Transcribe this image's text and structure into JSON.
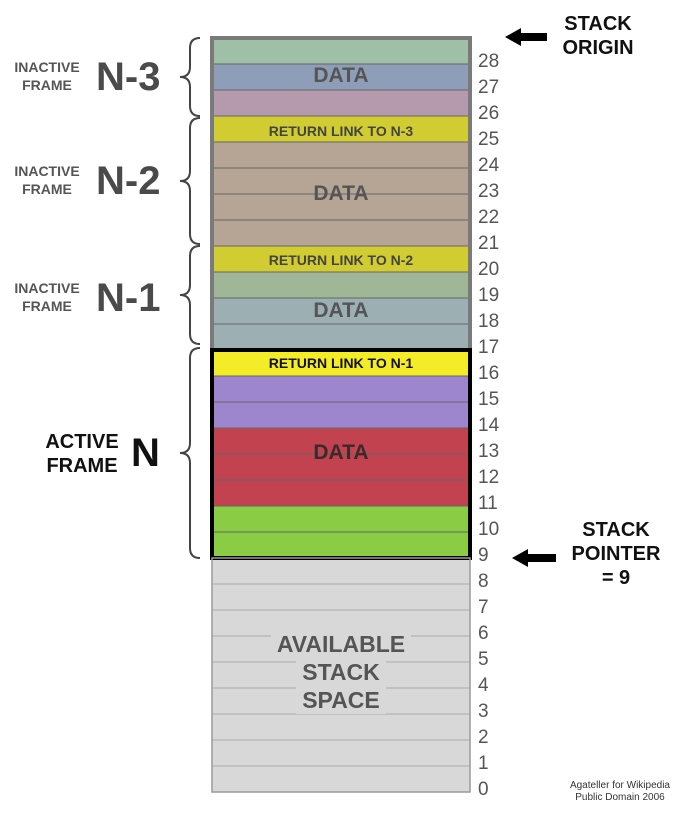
{
  "stack": {
    "origin_label": [
      "STACK",
      "ORIGIN"
    ],
    "pointer_label": [
      "STACK",
      "POINTER",
      "= 9"
    ],
    "available_label": [
      "AVAILABLE",
      "STACK",
      "SPACE"
    ],
    "slot_numbers": [
      "0",
      "1",
      "2",
      "3",
      "4",
      "5",
      "6",
      "7",
      "8",
      "9",
      "10",
      "11",
      "12",
      "13",
      "14",
      "15",
      "16",
      "17",
      "18",
      "19",
      "20",
      "21",
      "22",
      "23",
      "24",
      "25",
      "26",
      "27",
      "28"
    ],
    "cells": [
      {
        "slot": 28,
        "color": "#9fbfa6"
      },
      {
        "slot": 27,
        "color": "#8e9eb9"
      },
      {
        "slot": 26,
        "color": "#b599ad"
      },
      {
        "slot": 25,
        "color": "#d1cc32"
      },
      {
        "slot": 24,
        "color": "#b6a495"
      },
      {
        "slot": 23,
        "color": "#b6a495"
      },
      {
        "slot": 22,
        "color": "#b6a495"
      },
      {
        "slot": 21,
        "color": "#b6a495"
      },
      {
        "slot": 20,
        "color": "#d1cc32"
      },
      {
        "slot": 19,
        "color": "#9fb797"
      },
      {
        "slot": 18,
        "color": "#9cb0b4"
      },
      {
        "slot": 17,
        "color": "#9cb0b4"
      },
      {
        "slot": 16,
        "color": "#f5ec28"
      },
      {
        "slot": 15,
        "color": "#9e86ce"
      },
      {
        "slot": 14,
        "color": "#9e86ce"
      },
      {
        "slot": 13,
        "color": "#c24250"
      },
      {
        "slot": 12,
        "color": "#c24250"
      },
      {
        "slot": 11,
        "color": "#c24250"
      },
      {
        "slot": 10,
        "color": "#8bcc45"
      },
      {
        "slot": 9,
        "color": "#8bcc45"
      }
    ],
    "empty_color": "#d8d8d8",
    "frames": [
      {
        "small": [
          "INACTIVE",
          "FRAME"
        ],
        "big": "N-3",
        "data_label": "DATA",
        "return_label": ""
      },
      {
        "small": [
          "INACTIVE",
          "FRAME"
        ],
        "big": "N-2",
        "data_label": "DATA",
        "return_label": "RETURN LINK TO N-3"
      },
      {
        "small": [
          "INACTIVE",
          "FRAME"
        ],
        "big": "N-1",
        "data_label": "DATA",
        "return_label": "RETURN LINK TO N-2"
      },
      {
        "small": [
          "ACTIVE",
          "FRAME"
        ],
        "big": "N",
        "data_label": "DATA",
        "return_label": "RETURN LINK TO N-1"
      }
    ],
    "credit": [
      "Agateller for Wikipedia",
      "Public Domain 2006"
    ]
  }
}
